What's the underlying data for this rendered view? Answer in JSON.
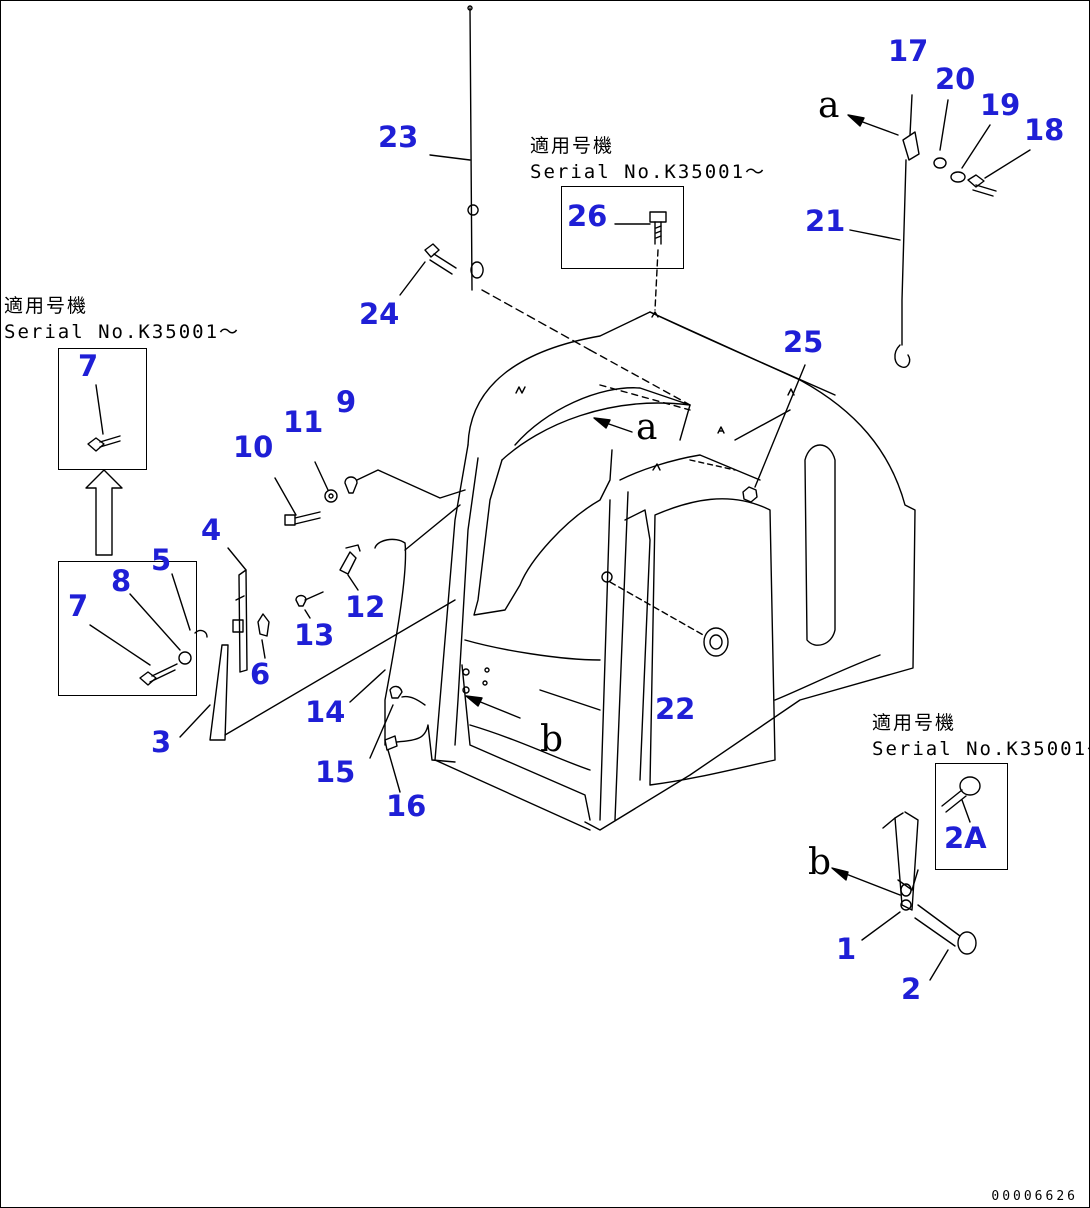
{
  "serial_note": {
    "applicable": "適用号機",
    "serial": "Serial No.K35001～"
  },
  "view_labels": {
    "a": "a",
    "b": "b"
  },
  "part_numbers": {
    "p1": "1",
    "p2": "2",
    "p2a": "2A",
    "p3": "3",
    "p4": "4",
    "p5": "5",
    "p6": "6",
    "p7_top": "7",
    "p7_box": "7",
    "p8": "8",
    "p9": "9",
    "p10": "10",
    "p11": "11",
    "p12": "12",
    "p13": "13",
    "p14": "14",
    "p15": "15",
    "p16": "16",
    "p17": "17",
    "p18": "18",
    "p19": "19",
    "p20": "20",
    "p21": "21",
    "p22": "22",
    "p23": "23",
    "p24": "24",
    "p25": "25",
    "p26": "26"
  },
  "drawing_code": "00006626",
  "colors": {
    "part_number": "#1f1fd6",
    "line": "#000000"
  }
}
